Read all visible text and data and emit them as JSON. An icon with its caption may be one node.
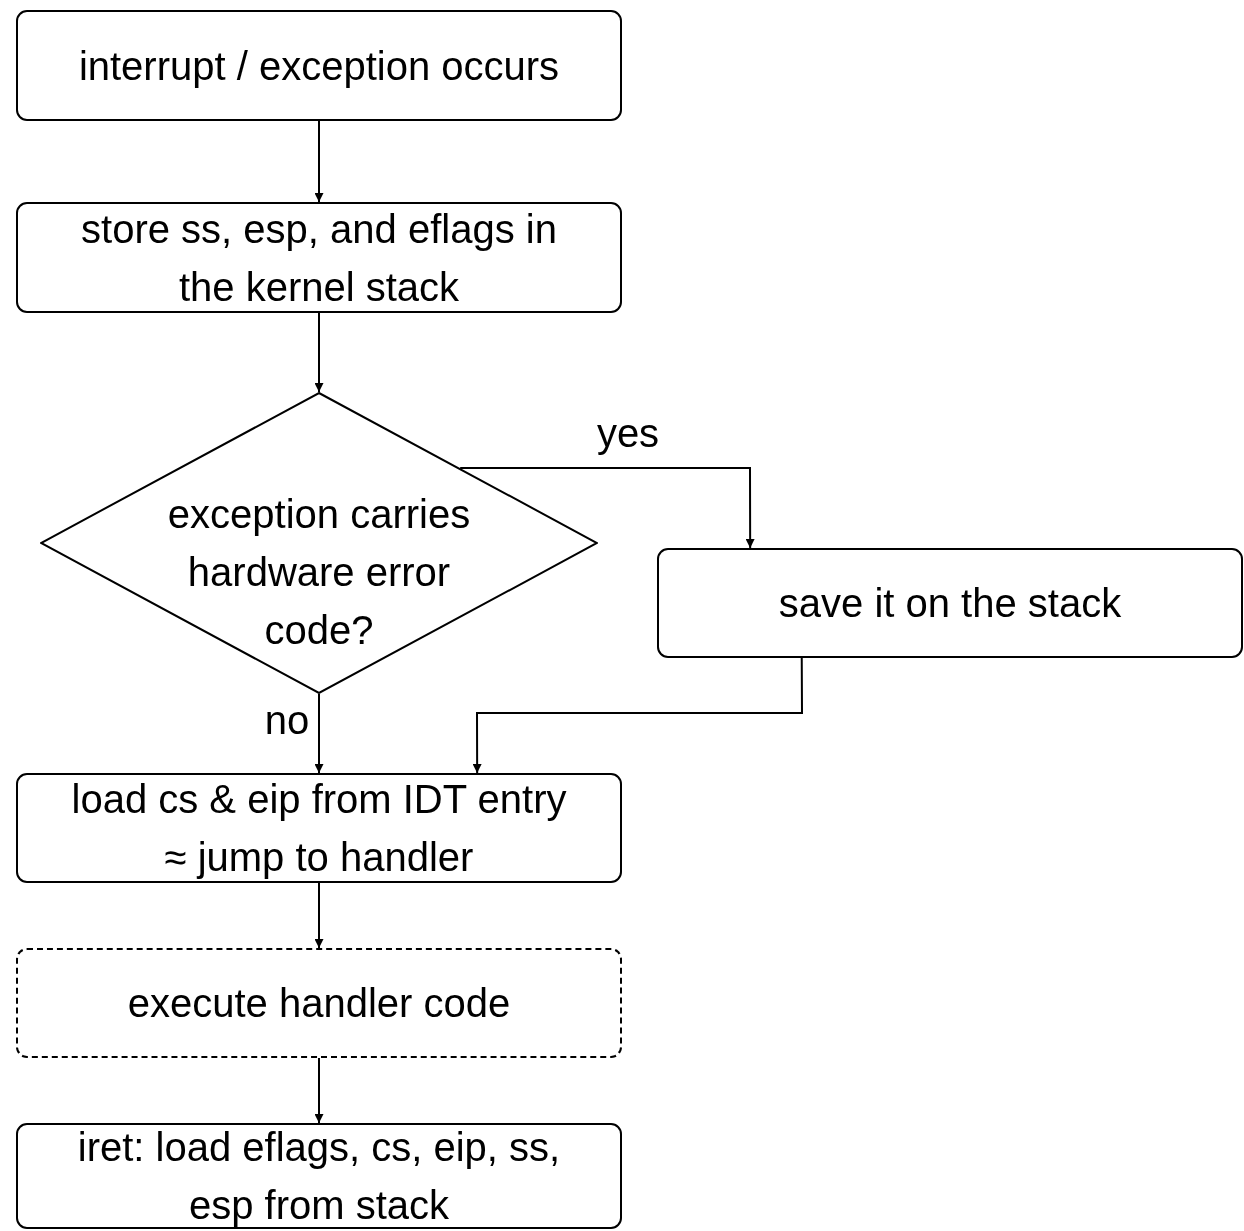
{
  "diagram": {
    "nodes": [
      {
        "text": [
          "interrupt / exception occurs"
        ]
      },
      {
        "text": [
          "store ss, esp, and eflags in the kernel stack"
        ]
      },
      {
        "text": [
          "exception carries hardware error code?"
        ]
      },
      {
        "text": [
          "save it on the stack"
        ]
      },
      {
        "text": [
          "load cs & eip from IDT entry ≈ jump to handler"
        ]
      },
      {
        "text": [
          "execute handler code"
        ]
      },
      {
        "text": [
          "iret: load eflags, cs, eip, ss, esp from stack"
        ]
      }
    ],
    "edges": [
      {
        "from": 0,
        "to": 1,
        "arrow": "to"
      },
      {
        "from": 1,
        "to": 2,
        "arrow": "to"
      },
      {
        "from": 2,
        "to": 3,
        "arrow": "to",
        "label": "yes"
      },
      {
        "from": 2,
        "to": 4,
        "arrow": "to",
        "label": "no"
      },
      {
        "from": 3,
        "to": 4,
        "arrow": "to"
      },
      {
        "from": 4,
        "to": 5,
        "arrow": "to"
      },
      {
        "from": 5,
        "to": 6,
        "arrow": "to"
      }
    ]
  }
}
